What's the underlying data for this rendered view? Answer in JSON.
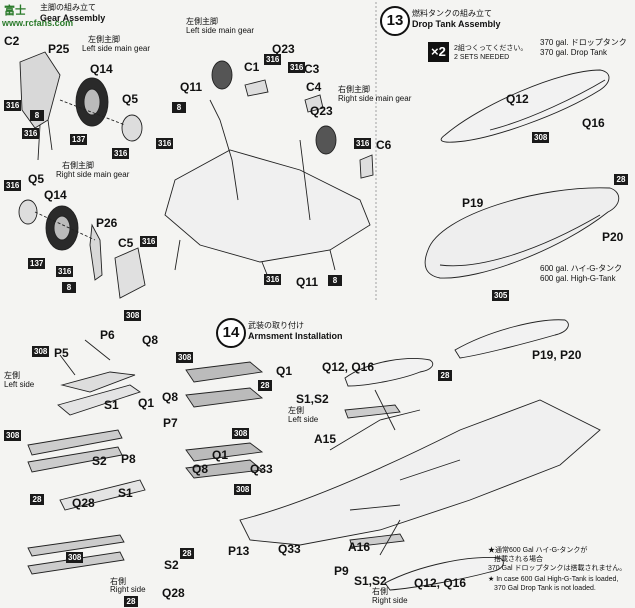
{
  "watermark": {
    "top": "富士",
    "site": "www.rcfans.com"
  },
  "step_gear": {
    "header_jp": "主脚の組み立て",
    "header_en": "Gear Assembly",
    "left_jp": "左側主脚",
    "left_en": "Left side main gear",
    "right_jp": "右側主脚",
    "right_en": "Right side main gear",
    "center_left_jp": "左側主脚",
    "center_left_en": "Left side main gear",
    "center_right_jp": "右側主脚",
    "center_right_en": "Right side main gear"
  },
  "step13": {
    "number": "13",
    "title_jp": "燃料タンクの組み立て",
    "title_en": "Drop Tank Assembly",
    "times": "×2",
    "times_note_jp": "2組つくってください。",
    "times_note_en": "2 SETS NEEDED",
    "tank370_jp": "370 gal. ドロップタンク",
    "tank370_en": "370 gal. Drop Tank",
    "tank600_jp": "600 gal. ハイ-G-タンク",
    "tank600_en": "600 gal. High-G-Tank"
  },
  "step14": {
    "number": "14",
    "title_jp": "武装の取り付け",
    "title_en": "Armsment Installation",
    "left_jp": "左側",
    "left_en": "Left side",
    "right_jp": "右側",
    "right_en": "Right side",
    "note_jp1": "★通常600 Gal ハイ-G-タンクが",
    "note_jp2": "搭載される場合",
    "note_jp3": "370 Gal ドロップタンクは搭載されません。",
    "note_en1": "★ In case 600 Gal High-G-Tank is loaded,",
    "note_en2": "370 Gal Drop Tank is not loaded."
  },
  "parts": {
    "C2": "C2",
    "P25": "P25",
    "Q14a": "Q14",
    "Q5a": "Q5",
    "Q5b": "Q5",
    "Q14b": "Q14",
    "P26": "P26",
    "C5": "C5",
    "C1": "C1",
    "Q23a": "Q23",
    "C3": "C3",
    "C4": "C4",
    "Q23b": "Q23",
    "Q11a": "Q11",
    "Q11b": "Q11",
    "C6": "C6",
    "Q12": "Q12",
    "Q16": "Q16",
    "P19": "P19",
    "P20": "P20",
    "P6": "P6",
    "P5": "P5",
    "Q8a": "Q8",
    "S1a": "S1",
    "Q1a": "Q1",
    "S2a": "S2",
    "Q28a": "Q28",
    "P8": "P8",
    "S1b": "S1",
    "Q8b": "Q8",
    "S2b": "S2",
    "Q28b": "Q28",
    "Q1b": "Q1",
    "Q8c": "Q8",
    "P7": "P7",
    "Q1c": "Q1",
    "Q33a": "Q33",
    "Q12Q16a": "Q12, Q16",
    "S1S2a": "S1,S2",
    "A15": "A15",
    "P19P20": "P19, P20",
    "P13": "P13",
    "Q33b": "Q33",
    "P9": "P9",
    "A16": "A16",
    "S1S2b": "S1,S2",
    "Q12Q16b": "Q12, Q16"
  },
  "badges": {
    "b316": "316",
    "b8": "8",
    "b137": "137",
    "b308": "308",
    "b28": "28",
    "b305": "305"
  }
}
